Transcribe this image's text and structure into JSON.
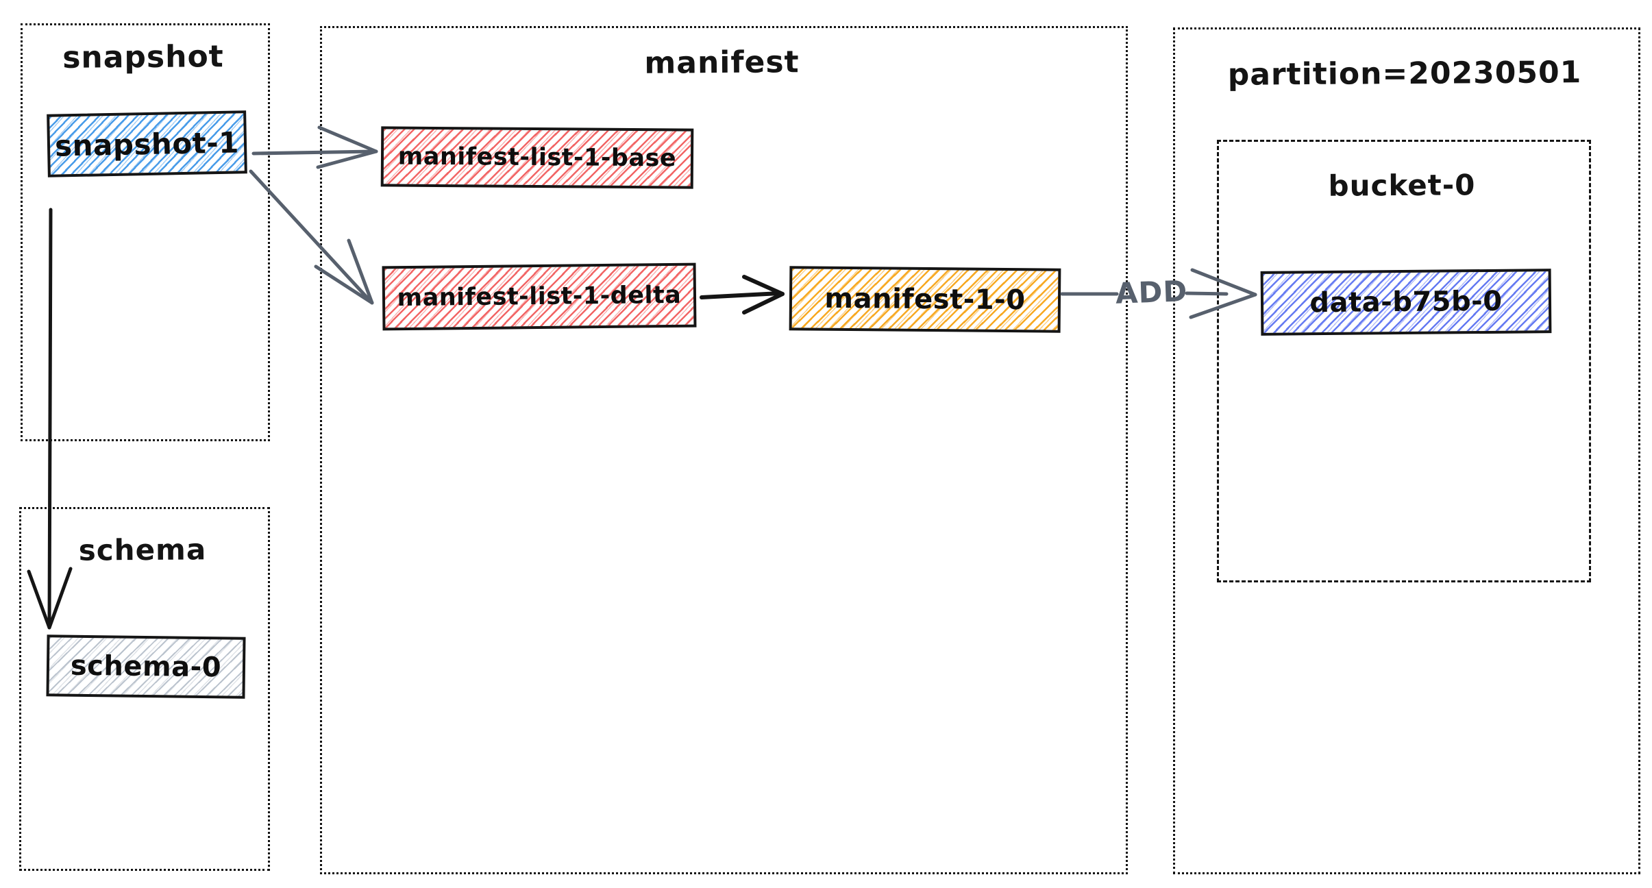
{
  "diagram": {
    "kind": "iceberg-table-metadata-sketch",
    "style": "hand-drawn"
  },
  "colors": {
    "stroke_black": "#141414",
    "arrow_gray": "#57606d",
    "hatch_blue": "#3f97e8",
    "hatch_red": "#f15e5e",
    "hatch_amber": "#f7a518",
    "hatch_indigo": "#5e74f1",
    "hatch_gray": "#b0bac6",
    "background": "#ffffff"
  },
  "containers": {
    "snapshot": {
      "label": "snapshot",
      "border": "dotted"
    },
    "schema": {
      "label": "schema",
      "border": "dotted"
    },
    "manifest": {
      "label": "manifest",
      "border": "dotted"
    },
    "partition": {
      "label": "partition=20230501",
      "border": "dotted"
    },
    "bucket": {
      "label": "bucket-0",
      "border": "dashed"
    }
  },
  "nodes": {
    "snapshot1": {
      "label": "snapshot-1",
      "color": "#3f97e8",
      "container": "snapshot"
    },
    "mlbase": {
      "label": "manifest-list-1-base",
      "color": "#f15e5e",
      "container": "manifest"
    },
    "mldelta": {
      "label": "manifest-list-1-delta",
      "color": "#f15e5e",
      "container": "manifest"
    },
    "manifest10": {
      "label": "manifest-1-0",
      "color": "#f7a518",
      "container": "manifest"
    },
    "datafile": {
      "label": "data-b75b-0",
      "color": "#5e74f1",
      "container": "bucket"
    },
    "schema0": {
      "label": "schema-0",
      "color": "#b0bac6",
      "container": "schema"
    }
  },
  "edges": [
    {
      "from": "snapshot-1",
      "to": "manifest-list-1-base",
      "label": ""
    },
    {
      "from": "snapshot-1",
      "to": "manifest-list-1-delta",
      "label": ""
    },
    {
      "from": "snapshot-1",
      "to": "schema-0",
      "label": ""
    },
    {
      "from": "manifest-list-1-delta",
      "to": "manifest-1-0",
      "label": ""
    },
    {
      "from": "manifest-1-0",
      "to": "data-b75b-0",
      "label": "ADD"
    }
  ]
}
